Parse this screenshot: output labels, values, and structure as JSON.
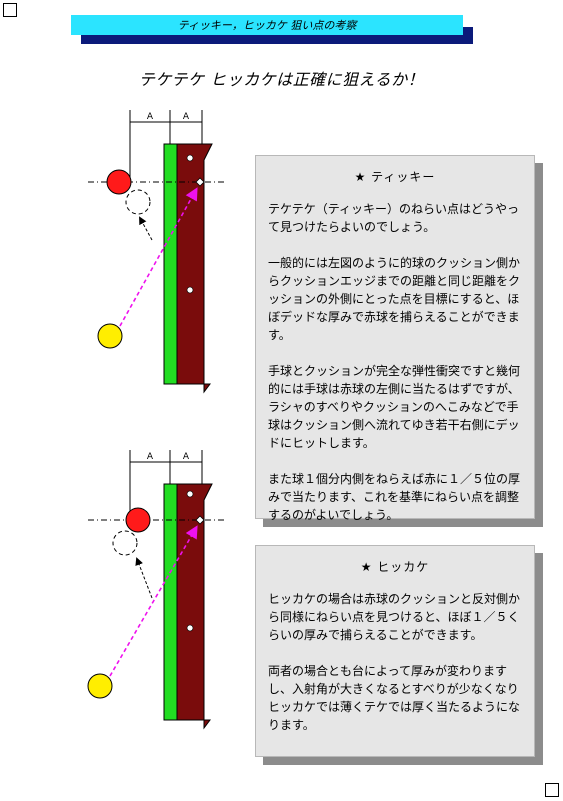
{
  "banner": {
    "title": "ティッキー，ヒッカケ 狙い点の考察"
  },
  "main_title": "テケテケ ヒッカケは正確に狙えるか！",
  "diagram": {
    "dimension_label": "A",
    "colors": {
      "cushion": "#22dd22",
      "rail": "#7a0c0c",
      "object_ball": "#ff1a1a",
      "cue_ball": "#ffee00",
      "aim_line": "#ee11ee"
    }
  },
  "panels": [
    {
      "heading": "★ ティッキー",
      "paragraphs": [
        "テケテケ（ティッキー）のねらい点はどうやって見つけたらよいのでしょう。",
        "一般的には左図のように的球のクッション側からクッションエッジまでの距離と同じ距離をクッションの外側にとった点を目標にすると、ほぼデッドな厚みで赤球を捕らえることができます。",
        "手球とクッションが完全な弾性衝突ですと幾何的には手球は赤球の左側に当たるはずですが、ラシャのすべりやクッションのへこみなどで手球はクッション側へ流れてゆき若干右側にデッドにヒットします。",
        "また球１個分内側をねらえば赤に１／５位の厚みで当たります、これを基準にねらい点を調整するのがよいでしょう。"
      ]
    },
    {
      "heading": "★ ヒッカケ",
      "paragraphs": [
        "ヒッカケの場合は赤球のクッションと反対側から同様にねらい点を見つけると、ほぼ１／５くらいの厚みで捕らえることができます。",
        "両者の場合とも台によって厚みが変わりますし、入射角が大きくなるとすべりが少なくなりヒッカケでは薄くテケでは厚く当たるようになります。"
      ]
    }
  ]
}
